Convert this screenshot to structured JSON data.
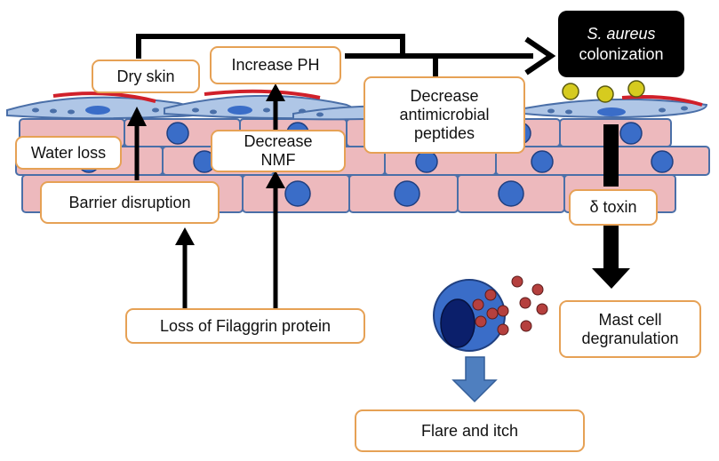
{
  "labels": {
    "dry_skin": "Dry skin",
    "increase_ph": "Increase PH",
    "water_loss": "Water loss",
    "decrease_nmf_line1": "Decrease",
    "decrease_nmf_line2": "NMF",
    "decrease_amp_line1": "Decrease",
    "decrease_amp_line2": "antimicrobial",
    "decrease_amp_line3": "peptides",
    "barrier_disruption": "Barrier disruption",
    "loss_of_filaggrin": "Loss of Filaggrin protein",
    "s_aureus": "S. aureus",
    "colonization": "colonization",
    "delta_toxin": "δ toxin",
    "mast_cell_line1": "Mast cell",
    "mast_cell_line2": "degranulation",
    "flare_itch": "Flare and itch"
  },
  "colors": {
    "box_border": "#E6A155",
    "cell_fill": "#EDB9BD",
    "cell_border": "#4A6FA8",
    "nucleus": "#3A6DC8",
    "bacteria": "#D6CB1F",
    "granule": "#B5403E",
    "flare_arrow": "#4F7FBF",
    "squame_red": "#D0202A"
  },
  "icons": {
    "bacteria": "bacteria-icon",
    "mast_cell": "mast-cell-icon"
  }
}
